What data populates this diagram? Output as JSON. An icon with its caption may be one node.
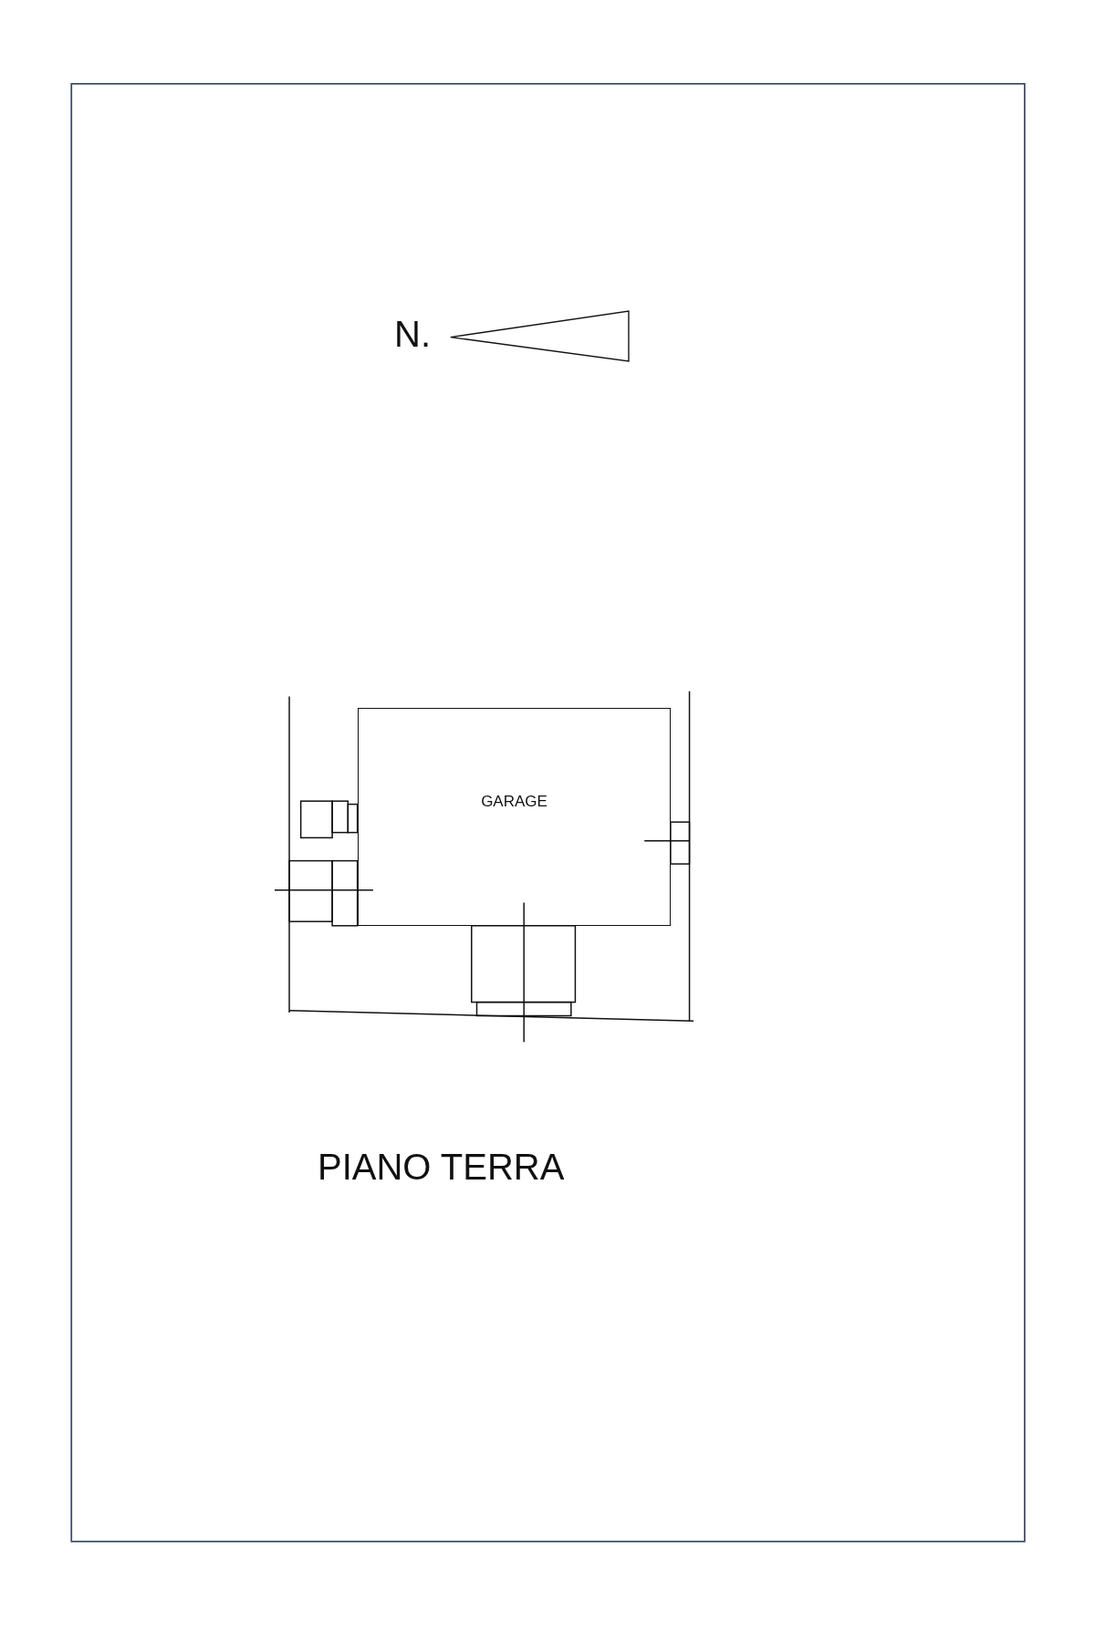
{
  "diagram": {
    "nodes": [
      {
        "text": [
          "GARAGE"
        ]
      }
    ],
    "edges": [],
    "labels": [
      "N.",
      "PIANO TERRA"
    ]
  }
}
